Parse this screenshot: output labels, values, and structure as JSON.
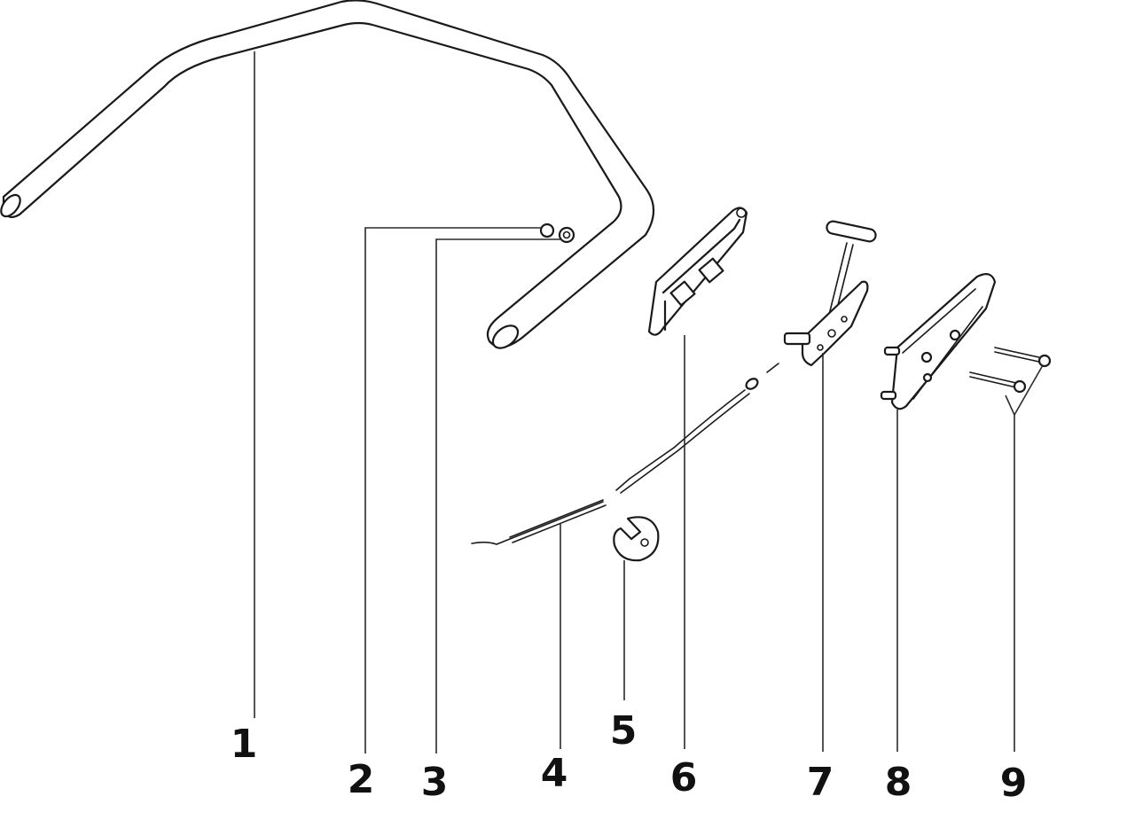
{
  "callouts": [
    "1",
    "2",
    "3",
    "4",
    "5",
    "6",
    "7",
    "8",
    "9"
  ],
  "colors": {
    "line": "#1a1a1a",
    "background": "#ffffff"
  }
}
